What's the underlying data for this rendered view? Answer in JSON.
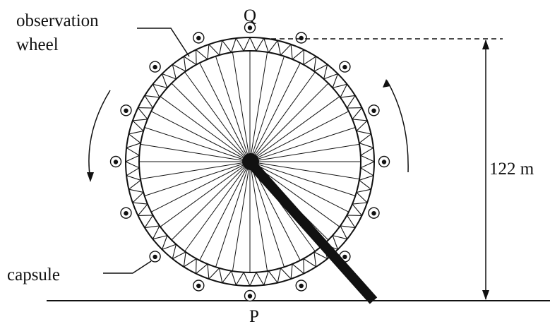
{
  "labels": {
    "top_point": "Q",
    "bottom_point": "P",
    "wheel_label_line1": "observation",
    "wheel_label_line2": "wheel",
    "capsule_label": "capsule",
    "height_label": "122 m"
  },
  "wheel": {
    "spoke_count": 40,
    "capsule_count": 16,
    "truss_segments": 56
  },
  "colors": {
    "ink": "#111111",
    "background": "#ffffff"
  }
}
